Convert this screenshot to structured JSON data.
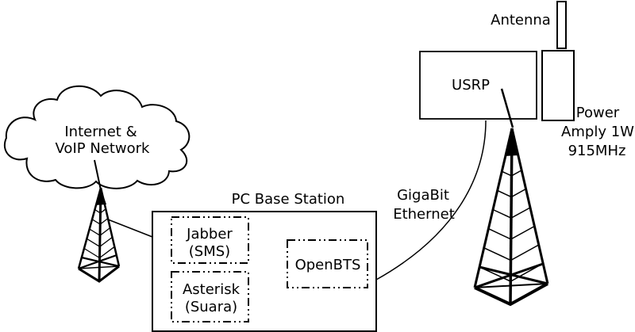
{
  "cloud": {
    "line1": "Internet &",
    "line2": "VoIP Network"
  },
  "base_station": {
    "title": "PC Base Station",
    "jabber_line1": "Jabber",
    "jabber_line2": "(SMS)",
    "asterisk_line1": "Asterisk",
    "asterisk_line2": "(Suara)",
    "openbts_label": "OpenBTS"
  },
  "link": {
    "line1": "GigaBit",
    "line2": "Ethernet"
  },
  "usrp": {
    "label": "USRP"
  },
  "antenna": {
    "label": "Antenna"
  },
  "power_amp": {
    "line1": "Power",
    "line2": "Amply 1W",
    "line3": "915MHz"
  },
  "icons": {
    "cloud": "network-cloud-shape",
    "small_tower": "radio-tower-icon",
    "big_tower": "radio-tower-icon",
    "antenna_stick": "antenna-bar-shape"
  },
  "colors": {
    "line": "#000000",
    "background": "#ffffff",
    "text": "#000000"
  }
}
